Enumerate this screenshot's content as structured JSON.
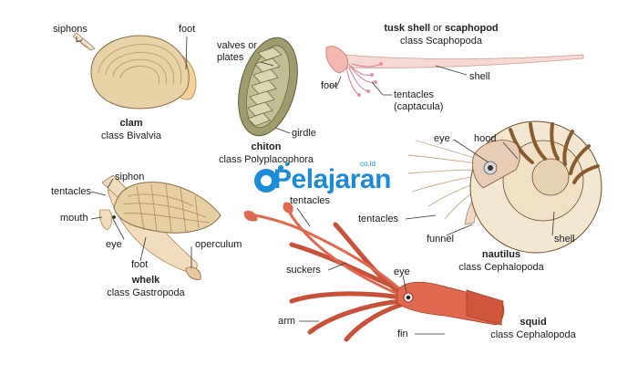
{
  "clam": {
    "labels": {
      "siphons": "siphons",
      "foot": "foot"
    },
    "name": "clam",
    "class": "class Bivalvia"
  },
  "chiton": {
    "labels": {
      "valves": "valves or",
      "plates": "plates",
      "girdle": "girdle"
    },
    "name": "chiton",
    "class": "class Polyplacophora"
  },
  "tusk": {
    "name": "tusk shell",
    "connector": " or ",
    "alt_name": "scaphopod",
    "class": "class Scaphopoda",
    "labels": {
      "foot": "foot",
      "shell": "shell",
      "tentacles": "tentacles",
      "captacula": "(captacula)"
    }
  },
  "nautilus": {
    "labels": {
      "eye": "eye",
      "hood": "hood",
      "tentacles": "tentacles",
      "funnel": "funnel",
      "shell": "shell"
    },
    "name": "nautilus",
    "class": "class Cephalopoda"
  },
  "whelk": {
    "labels": {
      "siphon": "siphon",
      "tentacles": "tentacles",
      "mouth": "mouth",
      "eye": "eye",
      "foot": "foot",
      "operculum": "operculum"
    },
    "name": "whelk",
    "class": "class Gastropoda"
  },
  "squid": {
    "labels": {
      "tentacles": "tentacles",
      "eye": "eye",
      "suckers": "suckers",
      "arm": "arm",
      "fin": "fin"
    },
    "name": "squid",
    "class": "class Cephalopoda"
  },
  "watermark": {
    "text": "Pelajaran",
    "suffix": "co.id"
  },
  "colors": {
    "shell_tan": "#e6cfa3",
    "shell_stripe": "#b08a5a",
    "chiton_green": "#a9a777",
    "squid_red": "#e06a4f",
    "tusk_pink": "#f3b9b1",
    "nautilus_stripe": "#8a5a2e",
    "watermark_blue": "#1d8bd6"
  }
}
